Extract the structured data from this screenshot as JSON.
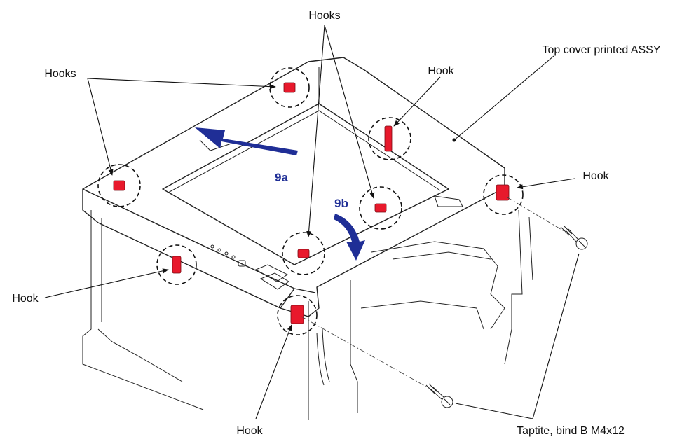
{
  "labels": {
    "hooks_top": "Hooks",
    "hooks_left": "Hooks",
    "hook_upper_mid": "Hook",
    "top_cover": "Top cover printed ASSY",
    "hook_right": "Hook",
    "hook_left": "Hook",
    "hook_bottom": "Hook",
    "screw": "Taptite, bind B M4x12"
  },
  "steps": {
    "step_a": "9a",
    "step_b": "9b"
  },
  "colors": {
    "hook": "#e8192c",
    "arrow": "#1f2e96"
  }
}
